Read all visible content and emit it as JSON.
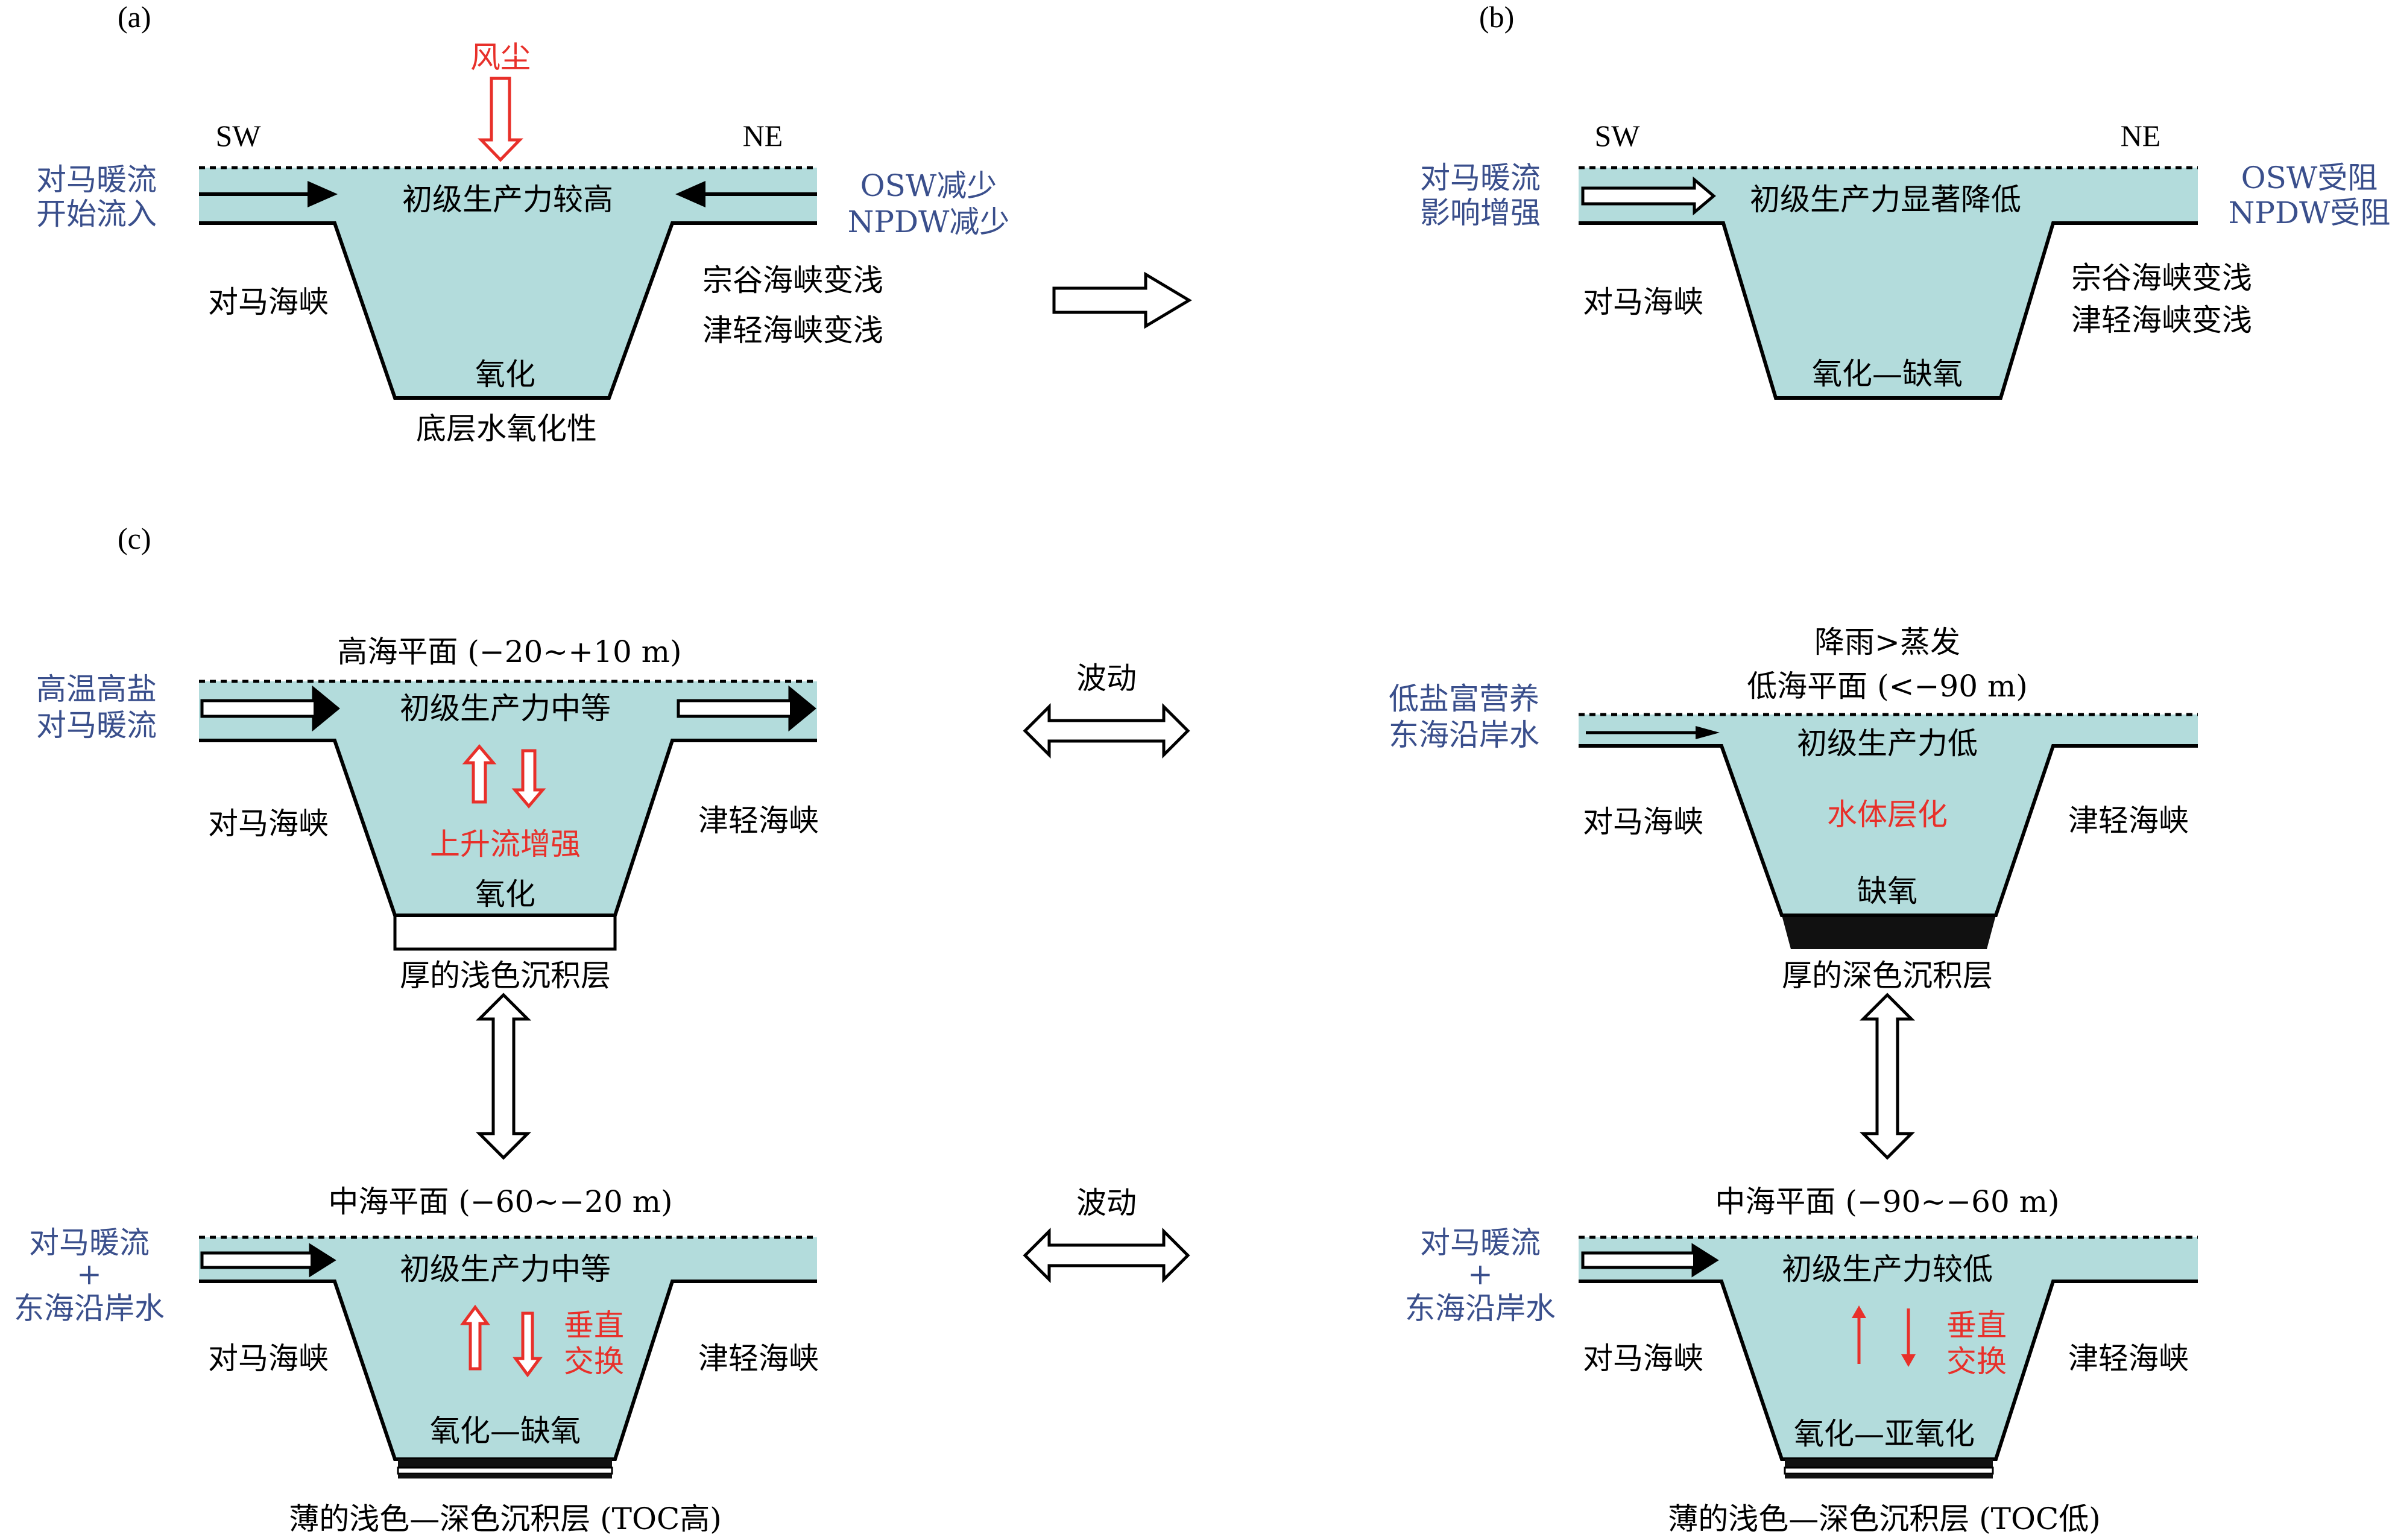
{
  "colors": {
    "water": "#b3dcdc",
    "blue_text": "#3a4f8c",
    "red_text": "#e8302a"
  },
  "panel_a": {
    "tag": "(a)",
    "dust": "风尘",
    "sw": "SW",
    "ne": "NE",
    "left_in_1": "对马暖流",
    "left_in_2": "开始流入",
    "right_in_1": "OSW减少",
    "right_in_2": "NPDW减少",
    "productivity": "初级生产力较高",
    "strait_left": "对马海峡",
    "strait_right_1": "宗谷海峡变浅",
    "strait_right_2": "津轻海峡变浅",
    "bottom_state": "氧化",
    "bottom_caption": "底层水氧化性"
  },
  "panel_b": {
    "tag": "(b)",
    "sw": "SW",
    "ne": "NE",
    "left_in_1": "对马暖流",
    "left_in_2": "影响增强",
    "right_in_1": "OSW受阻",
    "right_in_2": "NPDW受阻",
    "productivity": "初级生产力显著降低",
    "strait_left": "对马海峡",
    "strait_right_1": "宗谷海峡变浅",
    "strait_right_2": "津轻海峡变浅",
    "bottom_state": "氧化—缺氧"
  },
  "panel_c": {
    "tag": "(c)",
    "fluct_1": "波动",
    "fluct_2": "波动",
    "high": {
      "sea_level": "高海平面 (−20~+10 m)",
      "left_in_1": "高温高盐",
      "left_in_2": "对马暖流",
      "productivity": "初级生产力中等",
      "upwelling": "上升流增强",
      "strait_left": "对马海峡",
      "strait_right": "津轻海峡",
      "bottom_state": "氧化",
      "sediment": "厚的浅色沉积层"
    },
    "low": {
      "climate": "降雨>蒸发",
      "sea_level": "低海平面 (<−90 m)",
      "left_in_1": "低盐富营养",
      "left_in_2": "东海沿岸水",
      "productivity": "初级生产力低",
      "stratification": "水体层化",
      "strait_left": "对马海峡",
      "strait_right": "津轻海峡",
      "bottom_state": "缺氧",
      "sediment": "厚的深色沉积层"
    },
    "mid_left": {
      "sea_level": "中海平面 (−60~−20 m)",
      "left_in_1": "对马暖流",
      "left_in_plus": "+",
      "left_in_2": "东海沿岸水",
      "productivity": "初级生产力中等",
      "exchange_1": "垂直",
      "exchange_2": "交换",
      "strait_left": "对马海峡",
      "strait_right": "津轻海峡",
      "bottom_state": "氧化—缺氧",
      "sediment": "薄的浅色—深色沉积层 (TOC高)"
    },
    "mid_right": {
      "sea_level": "中海平面 (−90~−60 m)",
      "left_in_1": "对马暖流",
      "left_in_plus": "+",
      "left_in_2": "东海沿岸水",
      "productivity": "初级生产力较低",
      "exchange_1": "垂直",
      "exchange_2": "交换",
      "strait_left": "对马海峡",
      "strait_right": "津轻海峡",
      "bottom_state": "氧化—亚氧化",
      "sediment": "薄的浅色—深色沉积层 (TOC低)"
    }
  }
}
